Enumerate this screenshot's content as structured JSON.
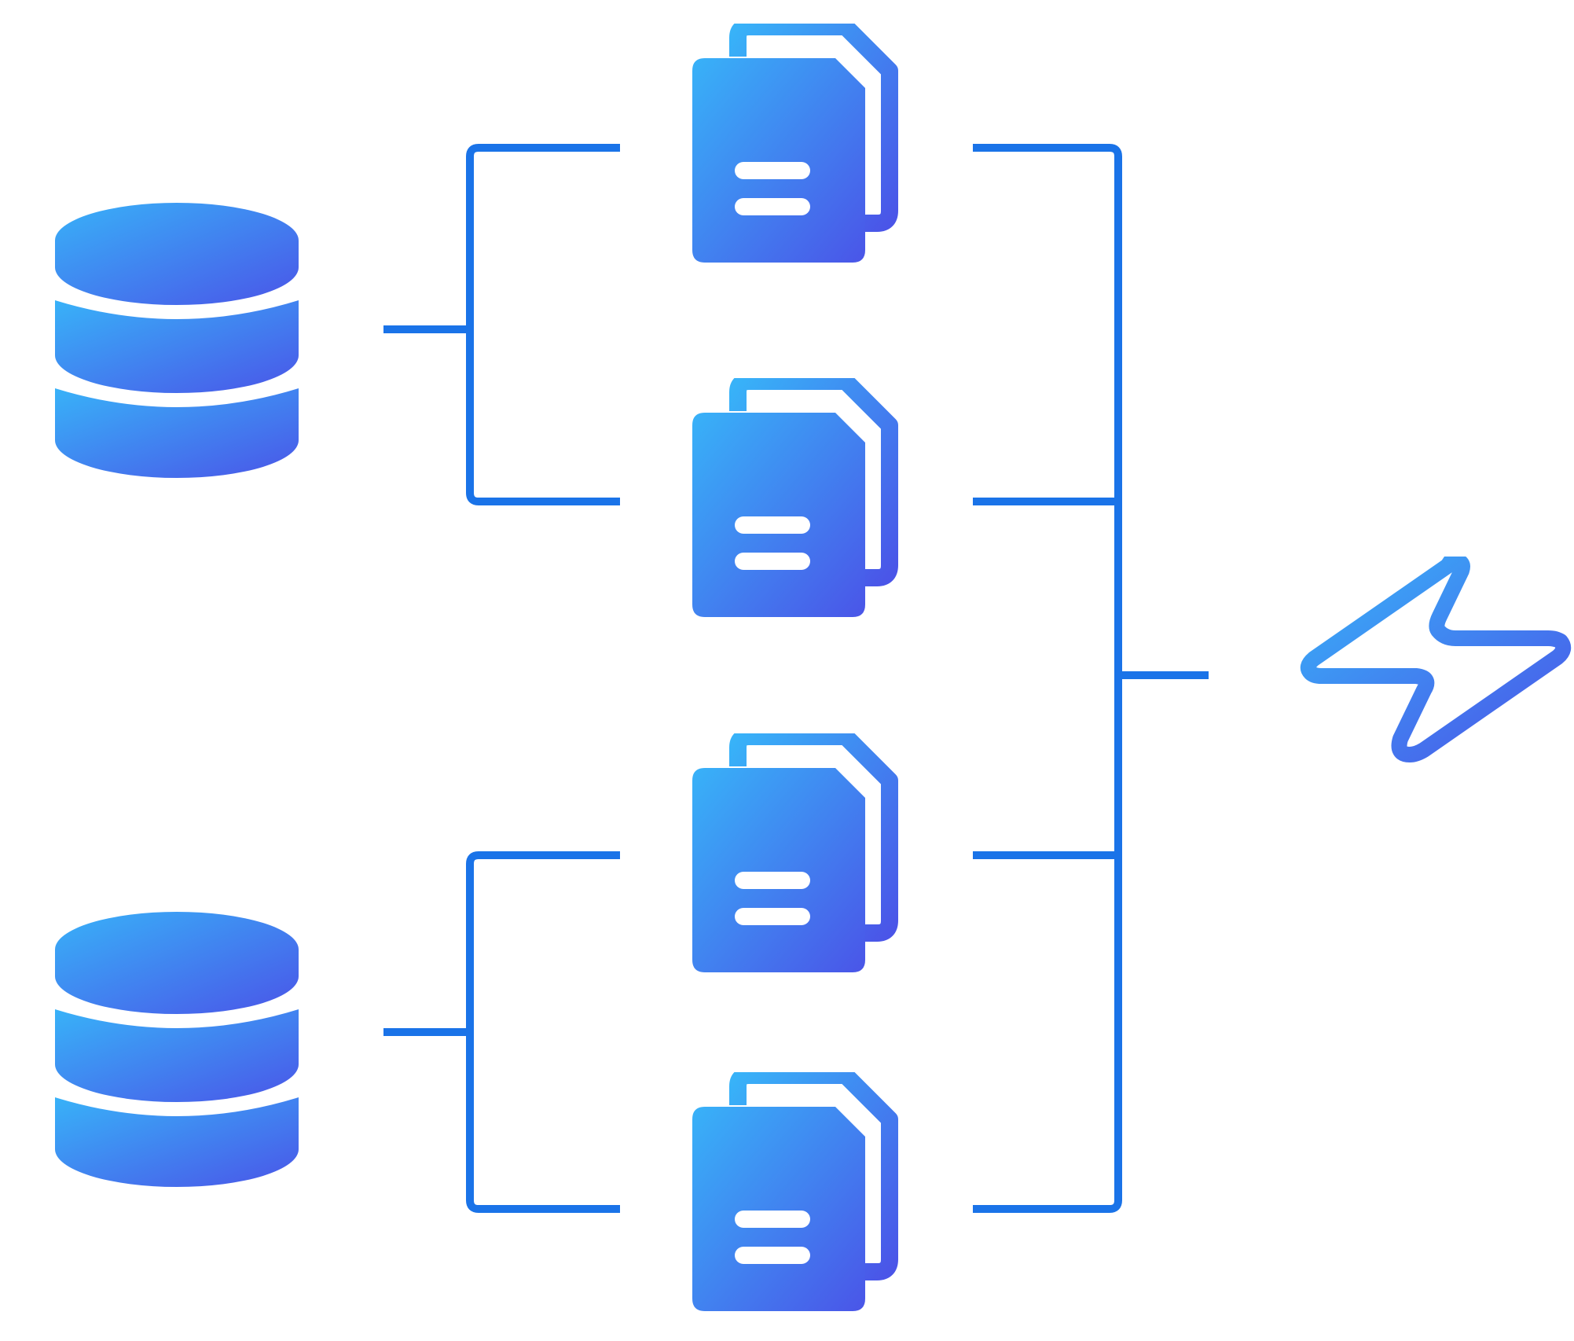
{
  "diagram": {
    "type": "flow",
    "colors": {
      "connector": "#1a73e8",
      "gradient_start": "#38b2f8",
      "gradient_end": "#4a55e8",
      "background": "#ffffff"
    },
    "nodes": [
      {
        "id": "db-1",
        "icon": "database-icon"
      },
      {
        "id": "db-2",
        "icon": "database-icon"
      },
      {
        "id": "doc-1",
        "icon": "documents-icon"
      },
      {
        "id": "doc-2",
        "icon": "documents-icon"
      },
      {
        "id": "doc-3",
        "icon": "documents-icon"
      },
      {
        "id": "doc-4",
        "icon": "documents-icon"
      },
      {
        "id": "bolt",
        "icon": "lightning-bolt-icon"
      }
    ],
    "edges": [
      {
        "from": "db-1",
        "to": "doc-1"
      },
      {
        "from": "db-1",
        "to": "doc-2"
      },
      {
        "from": "db-2",
        "to": "doc-3"
      },
      {
        "from": "db-2",
        "to": "doc-4"
      },
      {
        "from": "doc-1",
        "to": "bolt"
      },
      {
        "from": "doc-2",
        "to": "bolt"
      },
      {
        "from": "doc-3",
        "to": "bolt"
      },
      {
        "from": "doc-4",
        "to": "bolt"
      }
    ]
  }
}
